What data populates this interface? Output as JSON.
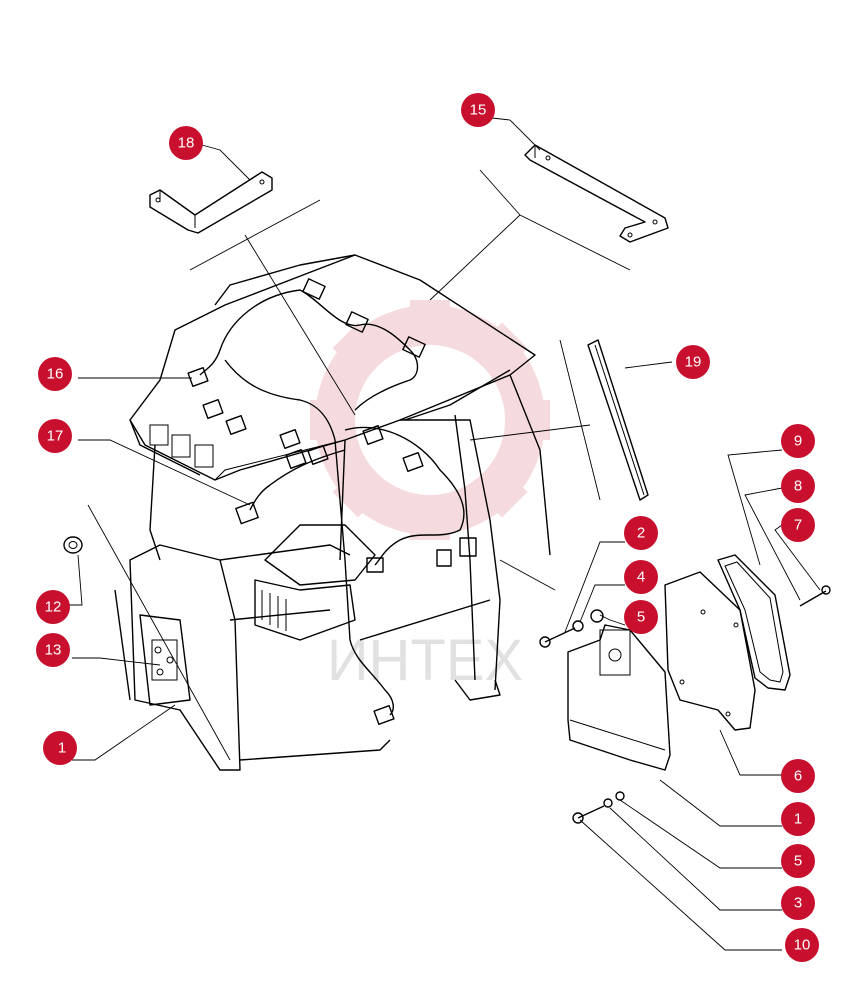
{
  "callouts": [
    {
      "id": "c18",
      "label": "18"
    },
    {
      "id": "c15",
      "label": "15"
    },
    {
      "id": "c16",
      "label": "16"
    },
    {
      "id": "c17",
      "label": "17"
    },
    {
      "id": "c19",
      "label": "19"
    },
    {
      "id": "c9",
      "label": "9"
    },
    {
      "id": "c8",
      "label": "8"
    },
    {
      "id": "c7",
      "label": "7"
    },
    {
      "id": "c2",
      "label": "2"
    },
    {
      "id": "c4",
      "label": "4"
    },
    {
      "id": "c5a",
      "label": "5"
    },
    {
      "id": "c12",
      "label": "12"
    },
    {
      "id": "c13",
      "label": "13"
    },
    {
      "id": "c1a",
      "label": "1"
    },
    {
      "id": "c6",
      "label": "6"
    },
    {
      "id": "c1b",
      "label": "1"
    },
    {
      "id": "c5b",
      "label": "5"
    },
    {
      "id": "c3",
      "label": "3"
    },
    {
      "id": "c10",
      "label": "10"
    }
  ],
  "watermark": {
    "text": "ИНТЕХ"
  },
  "colors": {
    "callout_fill": "#c8102e",
    "callout_text": "#ffffff",
    "line": "#000000",
    "watermark": "#e8b4b8"
  }
}
